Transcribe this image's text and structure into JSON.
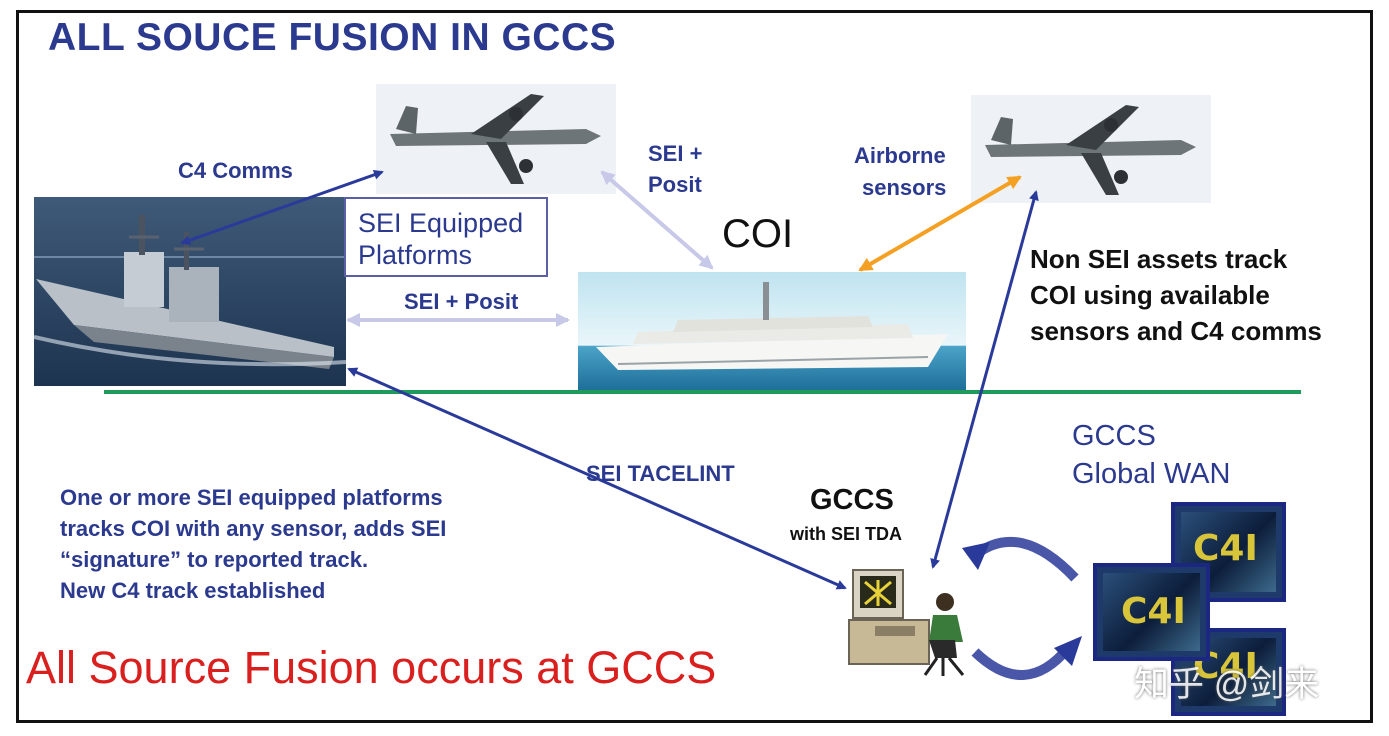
{
  "title": "ALL SOUCE FUSION IN GCCS",
  "labels": {
    "c4_comms": "C4 Comms",
    "sei_posit_top_1": "SEI +",
    "sei_posit_top_2": "Posit",
    "airborne_1": "Airborne",
    "airborne_2": "sensors",
    "sei_box_1": "SEI Equipped",
    "sei_box_2": "Platforms",
    "coi": "COI",
    "sei_posit_mid": "SEI + Posit",
    "non_sei_1": "Non SEI assets track",
    "non_sei_2": "COI using  available",
    "non_sei_3": "sensors and C4 comms",
    "gccs_wan_1": "GCCS",
    "gccs_wan_2": "Global WAN",
    "sei_tacelint": "SEI TACELINT",
    "gccs": "GCCS",
    "gccs_sub": "with SEI TDA",
    "desc_1": "One or more SEI equipped platforms",
    "desc_2": "tracks COI with any sensor, adds SEI",
    "desc_3": "“signature” to reported track.",
    "desc_4": "New C4 track established",
    "fusion": "All Source Fusion occurs at GCCS",
    "c4i": "C4I",
    "watermark": "知乎 @剑来"
  },
  "colors": {
    "title_blue": "#2b3a8f",
    "arrow_dark_blue": "#2a3a9a",
    "arrow_light": "#c8c8e8",
    "arrow_orange": "#f4a023",
    "fusion_red": "#d9201e",
    "ground_green": "#1f9a5a"
  }
}
